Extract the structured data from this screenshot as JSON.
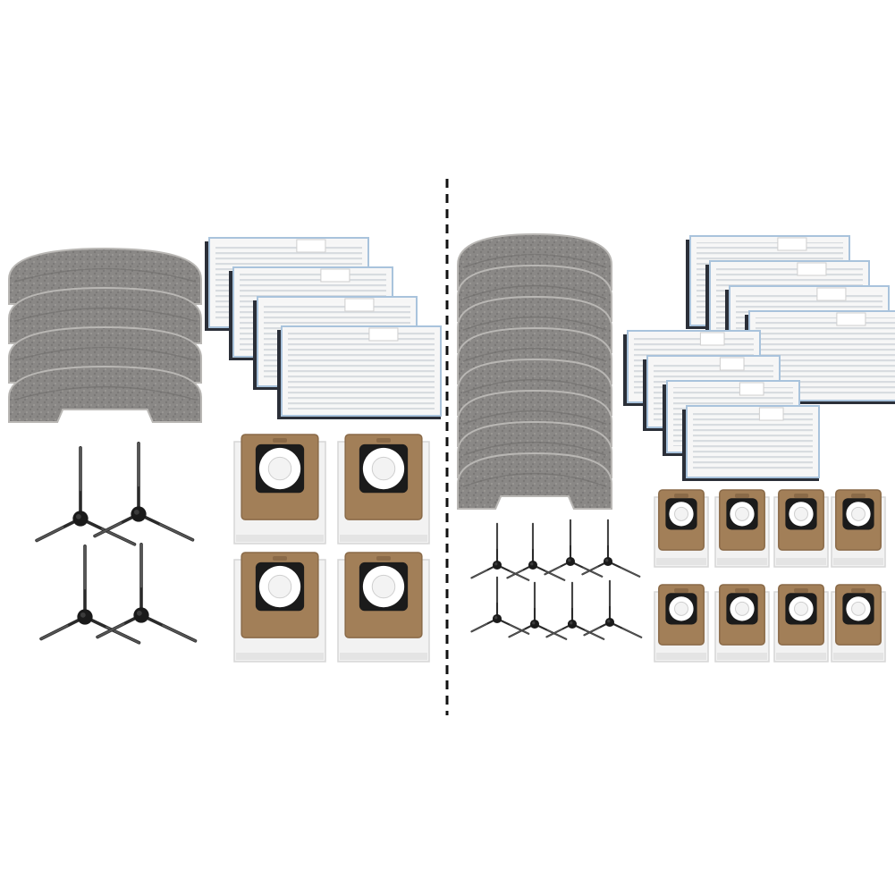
{
  "image": {
    "background": "#ffffff",
    "divider": {
      "style": "dashed",
      "color": "#111111"
    },
    "palette": {
      "mop": "#8a8886",
      "mop_dark": "#6e6c6a",
      "mop_edge": "#b9b7b4",
      "filter_frame": "#f6f6f6",
      "filter_pleat": "#d9dde1",
      "filter_edge": "#a9c3dc",
      "filter_base": "#2b2f38",
      "bag_card": "#a27f58",
      "bag_card_dark": "#8a6a48",
      "bag_body": "#f2f2f2",
      "brush_hub": "#1a1a1a",
      "brush_arm": "#2a2a2a"
    },
    "sets": [
      {
        "name": "left-kit",
        "mop_pads": 4,
        "hepa_filters": 4,
        "dust_bags": 4,
        "side_brushes": 4
      },
      {
        "name": "right-kit",
        "mop_pads": 8,
        "hepa_filters": 8,
        "dust_bags": 8,
        "side_brushes": 8
      }
    ]
  }
}
